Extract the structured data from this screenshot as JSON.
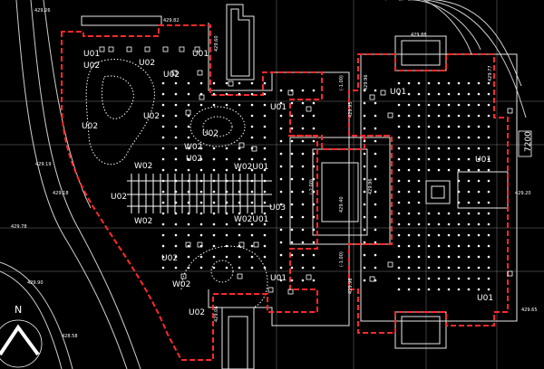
{
  "drawing": {
    "north_label": "N",
    "zone_labels": [
      "U01",
      "U02",
      "U02",
      "U02",
      "U01",
      "U02",
      "U02",
      "W02",
      "U02",
      "U02",
      "U01",
      "W02",
      "W02",
      "W02U01",
      "W02U01",
      "U03",
      "W02",
      "U02",
      "U01",
      "U01",
      "U01",
      "U01",
      "U02",
      "U02"
    ],
    "elevations": [
      "429.26",
      "429.82",
      "429.88",
      "429.77",
      "429.96",
      "429.96",
      "429.19",
      "429.18",
      "429.78",
      "429.90",
      "429.96",
      "429.95",
      "429.20",
      "428.58",
      "429.06",
      "429.60",
      "(-1.00)",
      "(-1.00)",
      "(-2.00)",
      "429.40"
    ],
    "elevation_labels": [
      "429.26",
      "429.82",
      "429.88",
      "429.77",
      "429.96",
      "429.96",
      "429.19",
      "429.18",
      "429.78",
      "429.90",
      "429.96",
      "429.95",
      "429.20",
      "428.58",
      "429.06",
      "429.60",
      "(-1.00)",
      "(-1.00)",
      "(-2.00)",
      "429.40"
    ],
    "dimension": "7200",
    "extra_elev": "429.65"
  },
  "colors": {
    "background": "#000000",
    "linework": "#ffffff",
    "boundary": "#ff2a2a",
    "guide": "#808080"
  }
}
